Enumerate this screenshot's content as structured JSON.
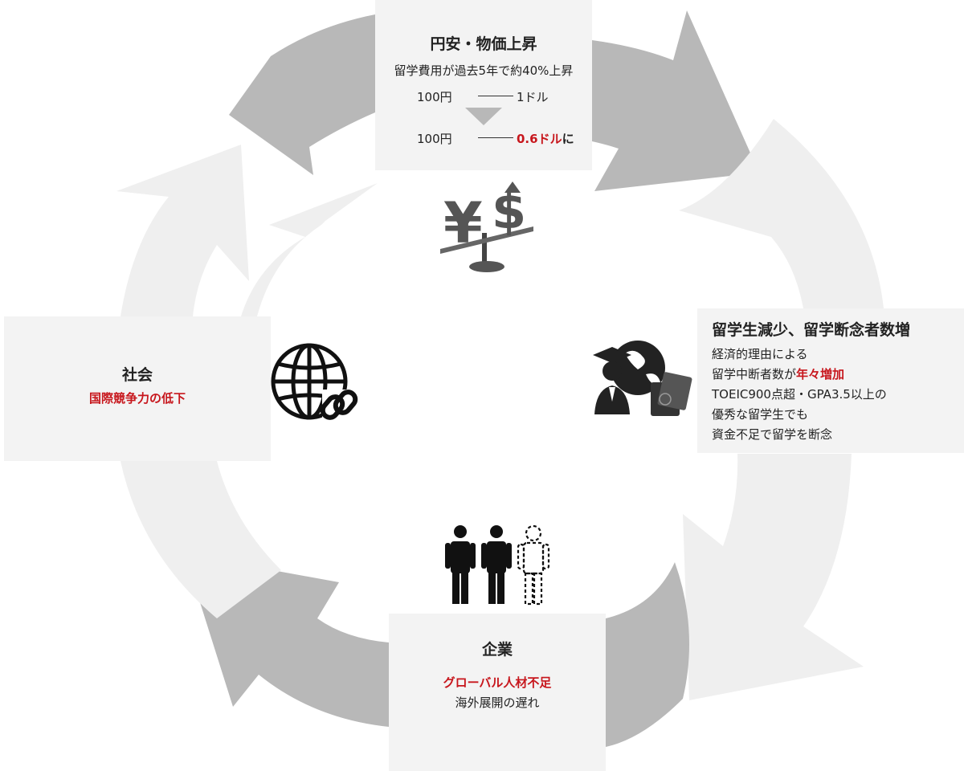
{
  "colors": {
    "accent": "#c7161c",
    "box": "#f3f3f3",
    "arrow_dark": "#b8b8b8",
    "arrow_light": "#efefef"
  },
  "top": {
    "title": "円安・物価上昇",
    "subtitle": "留学費用が過去5年で約40%上昇",
    "rate_before": {
      "yen": "100円",
      "usd": "1ドル"
    },
    "rate_after": {
      "yen": "100円",
      "usd": "0.6ドル",
      "usd_suffix": "に"
    },
    "icon": "yen-dollar-scale-icon"
  },
  "right": {
    "title": "留学生減少、留学断念者数増",
    "line1": "経済的理由による",
    "line2_prefix": "留学中断者数が",
    "line2_highlight": "年々増加",
    "line3": "TOEIC900点超・GPA3.5以上の",
    "line4": "優秀な留学生でも",
    "line5": "資金不足で留学を断念",
    "icon": "graduate-globe-passport-icon"
  },
  "bottom": {
    "title": "企業",
    "highlight": "グローバル人材不足",
    "subtitle": "海外展開の遅れ",
    "icon": "people-shortage-icon"
  },
  "left": {
    "title": "社会",
    "highlight": "国際競争力の低下",
    "icon": "globe-link-icon"
  }
}
